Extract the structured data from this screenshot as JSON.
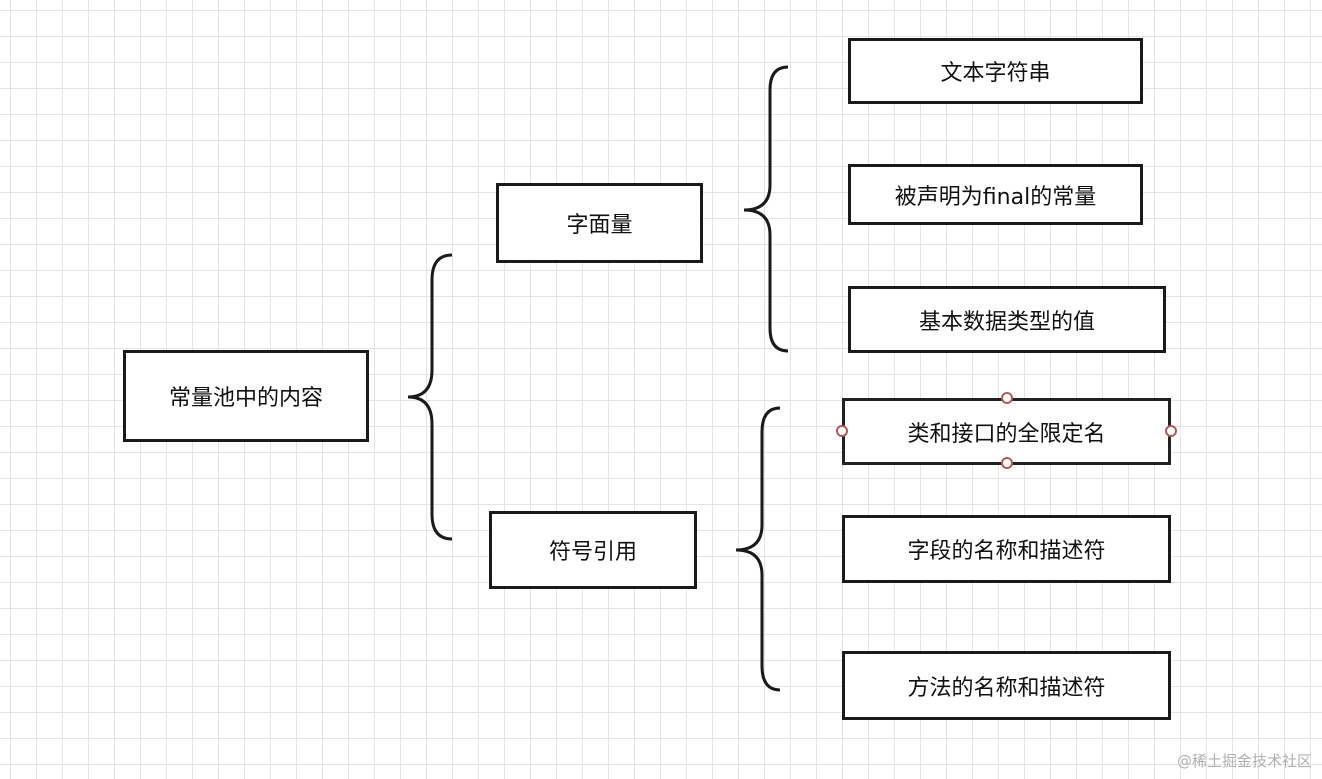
{
  "diagram": {
    "root": {
      "label": "常量池中的内容"
    },
    "branches": [
      {
        "label": "字面量",
        "leaves": [
          "文本字符串",
          "被声明为final的常量",
          "基本数据类型的值"
        ]
      },
      {
        "label": "符号引用",
        "leaves": [
          "类和接口的全限定名",
          "字段的名称和描述符",
          "方法的名称和描述符"
        ]
      }
    ],
    "selected_node": "类和接口的全限定名"
  },
  "watermark": "@稀土掘金技术社区"
}
